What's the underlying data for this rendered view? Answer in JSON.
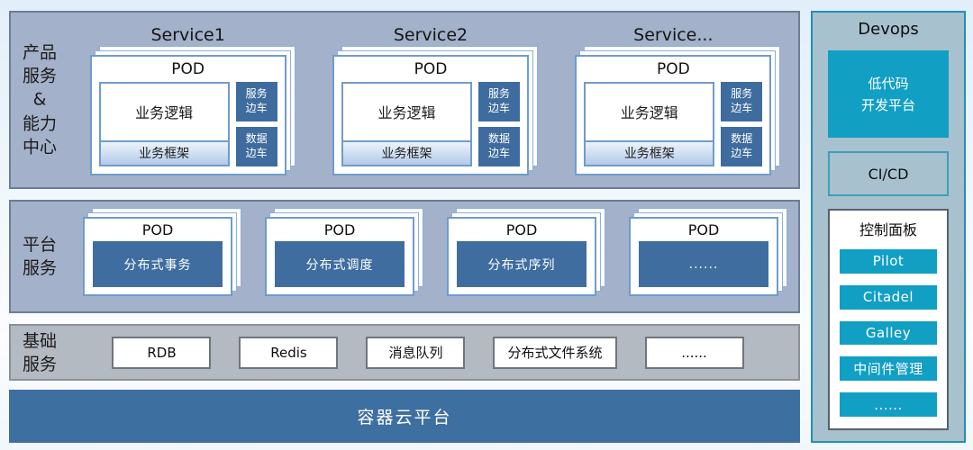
{
  "product_band": {
    "label_lines": [
      "产品",
      "服务",
      "&",
      "能力",
      "中心"
    ],
    "services": [
      {
        "title": "Service1",
        "pod_label": "POD",
        "logic": "业务逻辑",
        "framework": "业务框架",
        "sidecars": [
          {
            "line1": "服务",
            "line2": "边车"
          },
          {
            "line1": "数据",
            "line2": "边车"
          }
        ]
      },
      {
        "title": "Service2",
        "pod_label": "POD",
        "logic": "业务逻辑",
        "framework": "业务框架",
        "sidecars": [
          {
            "line1": "服务",
            "line2": "边车"
          },
          {
            "line1": "数据",
            "line2": "边车"
          }
        ]
      },
      {
        "title": "Service...",
        "pod_label": "POD",
        "logic": "业务逻辑",
        "framework": "业务框架",
        "sidecars": [
          {
            "line1": "服务",
            "line2": "边车"
          },
          {
            "line1": "数据",
            "line2": "边车"
          }
        ]
      }
    ]
  },
  "platform_band": {
    "label_lines": [
      "平台",
      "服务"
    ],
    "pods": [
      {
        "pod_label": "POD",
        "name": "分布式事务"
      },
      {
        "pod_label": "POD",
        "name": "分布式调度"
      },
      {
        "pod_label": "POD",
        "name": "分布式序列"
      },
      {
        "pod_label": "POD",
        "name": "......"
      }
    ]
  },
  "infra_band": {
    "label_lines": [
      "基础",
      "服务"
    ],
    "items": [
      "RDB",
      "Redis",
      "消息队列",
      "分布式文件系统",
      "......"
    ]
  },
  "container_bar": {
    "label": "容器云平台"
  },
  "devops": {
    "title": "Devops",
    "lowcode": {
      "line1": "低代码",
      "line2": "开发平台"
    },
    "cicd_label": "CI/CD",
    "control_panel": {
      "title": "控制面板",
      "items": [
        "Pilot",
        "Citadel",
        "Galley",
        "中间件管理",
        "......"
      ]
    }
  },
  "colors": {
    "band_background": "#a4b1ca",
    "infra_background": "#b4bac2",
    "steel_blue": "#3e6c9e",
    "container_bar_blue": "#3e6fa1",
    "cyan": "#129fc4",
    "devops_background": "#a7c1ce",
    "devops_border": "#2090b3",
    "card_border": "#6f9ccd"
  }
}
